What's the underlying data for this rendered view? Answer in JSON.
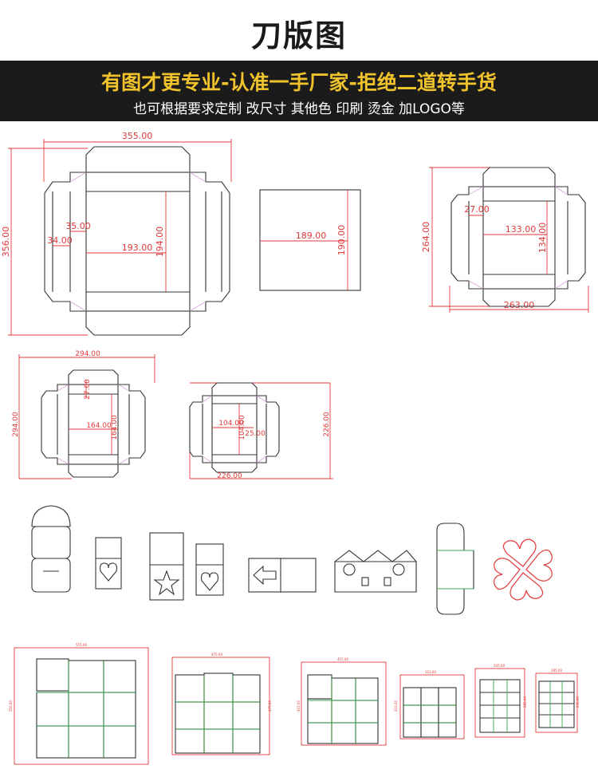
{
  "header": {
    "title": "刀版图",
    "slogan": "有图才更专业-认准一手厂家-拒绝二道转手货",
    "services": "也可根据要求定制  改尺寸  其他色  印刷  烫金  加LOGO等"
  },
  "diagrams": {
    "d1": {
      "width": "355.00",
      "height": "356.00",
      "inner_w": "193.00",
      "inner_h": "194.00",
      "flap_a": "35.00",
      "flap_b": "34.00"
    },
    "d2": {
      "width": "189.00",
      "height": "190.00"
    },
    "d3": {
      "outer_h": "264.00",
      "width": "263.00",
      "flap": "27.00",
      "inner_w": "133.00",
      "inner_h": "134.00"
    },
    "d4": {
      "width": "294.00",
      "height": "294.00",
      "flap": "27.00",
      "inner_w": "164.00",
      "inner_h": "164.00"
    },
    "d5": {
      "width": "226.00",
      "height": "226.00",
      "inner_w": "104.00",
      "inner_h": "104.00",
      "flap": "25.00"
    },
    "small": [
      "555.00",
      "555.00",
      "475.00",
      "475.00",
      "415.00",
      "415.00",
      "323.00",
      "323.00",
      "245.00",
      "285.00",
      "285.00",
      "245.00"
    ]
  },
  "colors": {
    "banner_bg": "#1b1b1b",
    "slogan": "#f0c22b",
    "dimension": "#e23a3a",
    "cut_line": "#333333",
    "fold_line": "#d9a8dc",
    "crease": "#3aa84a"
  }
}
